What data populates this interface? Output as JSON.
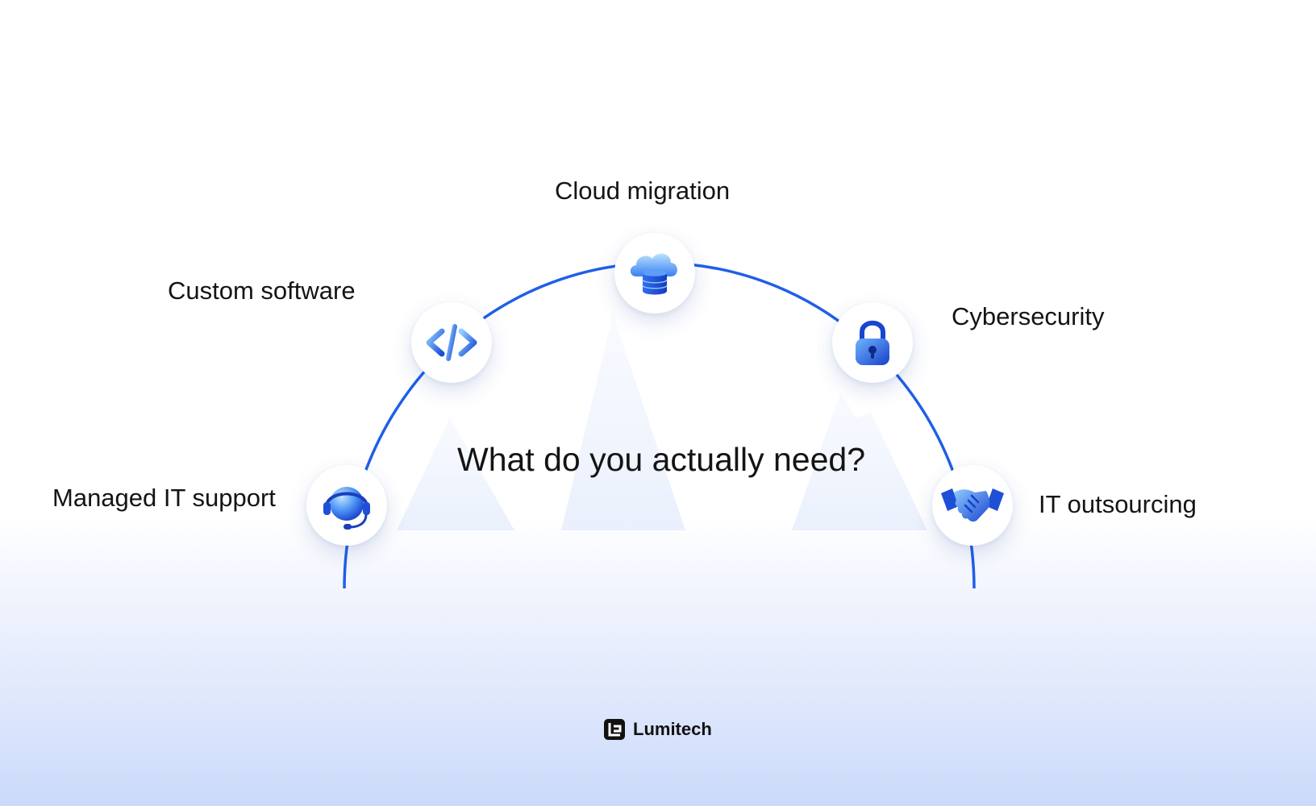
{
  "question": "What do you actually need?",
  "brand": {
    "name": "Lumitech",
    "logo_icon": "lumitech-logo-icon"
  },
  "services": [
    {
      "label": "Managed IT support",
      "icon": "headset-icon"
    },
    {
      "label": "Custom software",
      "icon": "code-icon"
    },
    {
      "label": "Cloud migration",
      "icon": "cloud-database-icon"
    },
    {
      "label": "Cybersecurity",
      "icon": "padlock-icon"
    },
    {
      "label": "IT outsourcing",
      "icon": "handshake-icon"
    }
  ],
  "colors": {
    "arc": "#1f5fe8",
    "icon_light": "#7cc4ff",
    "icon_dark": "#1740c8",
    "background_bottom": "#cbdafa"
  }
}
